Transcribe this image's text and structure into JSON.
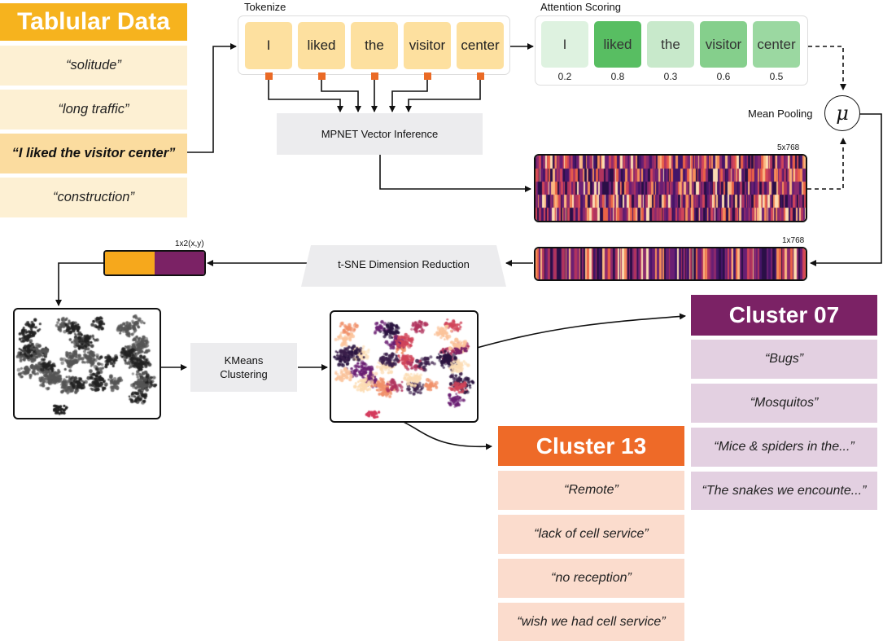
{
  "tabular": {
    "title": "Tablular Data",
    "rows": [
      "“solitude”",
      "“long traffic”",
      "“I liked the visitor center”",
      "“construction”"
    ]
  },
  "tokenize": {
    "label": "Tokenize",
    "tokens": [
      "I",
      "liked",
      "the",
      "visitor",
      "center"
    ]
  },
  "attention": {
    "label": "Attention Scoring",
    "tokens": [
      "I",
      "liked",
      "the",
      "visitor",
      "center"
    ],
    "scores": [
      "0.2",
      "0.8",
      "0.3",
      "0.6",
      "0.5"
    ],
    "score_values": [
      0.2,
      0.8,
      0.3,
      0.6,
      0.5
    ]
  },
  "mpnet": {
    "label": "MPNET Vector Inference"
  },
  "pooling": {
    "label": "Mean Pooling",
    "symbol": "μ"
  },
  "embed_matrix": {
    "dims": "5x768"
  },
  "pooled_vector": {
    "dims": "1x768"
  },
  "tsne": {
    "label": "t-SNE Dimension Reduction"
  },
  "reduced": {
    "dims": "1x2(x,y)"
  },
  "kmeans": {
    "label": "KMeans Clustering"
  },
  "cluster07": {
    "title": "Cluster 07",
    "rows": [
      "“Bugs”",
      "“Mosquitos”",
      "“Mice & spiders in the...”",
      "“The snakes we encounte...”"
    ]
  },
  "cluster13": {
    "title": "Cluster 13",
    "rows": [
      "“Remote”",
      "“lack of cell service”",
      "“no reception”",
      "“wish we had cell service”"
    ]
  },
  "colors": {
    "tab_title": "#f6b31e",
    "token": "#fde09f",
    "marker": "#ea6a25",
    "cluster07": "#7b2265",
    "cluster13": "#ee6a28",
    "attention_base": "#4cbc5a"
  }
}
